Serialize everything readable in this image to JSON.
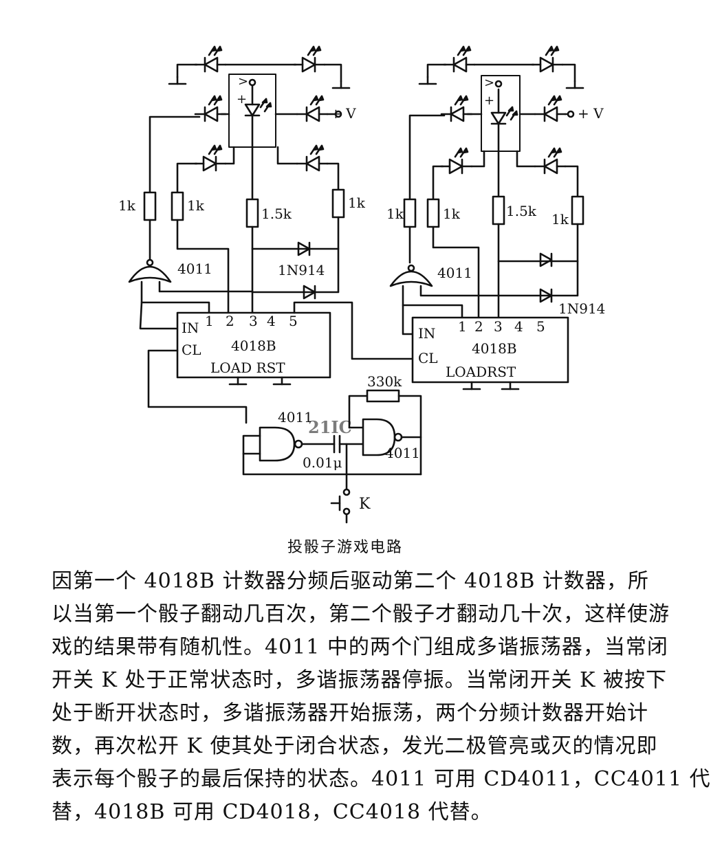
{
  "diagram": {
    "supply_label": "+ V",
    "resistors": [
      "1k",
      "1k",
      "1.5k",
      "1k"
    ],
    "diode_label": "1N914",
    "nand_label": "4011",
    "counter_label": "4018B",
    "pin_in": "IN",
    "pin_cl": "CL",
    "pin_numbers": [
      "1",
      "2",
      "3",
      "4",
      "5"
    ],
    "load_rst_left": "LOAD RST",
    "load_rst_right": "LOADRST",
    "led_plus": "+",
    "led_gt": ">",
    "osc_resistor": "330k",
    "osc_capacitor": "0.01μ",
    "switch_label": "K",
    "watermark": "21IC"
  },
  "caption": "投骰子游戏电路",
  "paragraph": [
    "因第一个 4018B 计数器分频后驱动第二个 4018B 计数器，所",
    "以当第一个骰子翻动几百次，第二个骰子才翻动几十次，这样使游",
    "戏的结果带有随机性。4011 中的两个门组成多谐振荡器，当常闭",
    "开关 K 处于正常状态时，多谐振荡器停振。当常闭开关 K 被按下",
    "处于断开状态时，多谐振荡器开始振荡，两个分频计数器开始计",
    "数，再次松开 K 使其处于闭合状态，发光二极管亮或灭的情况即",
    "表示每个骰子的最后保持的状态。4011 可用 CD4011，CC4011 代",
    "替，4018B 可用 CD4018，CC4018 代替。"
  ]
}
